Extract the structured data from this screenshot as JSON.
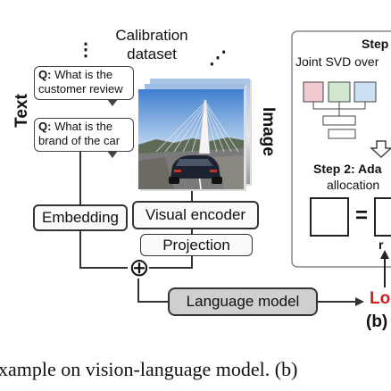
{
  "calibration": {
    "line1": "Calibration",
    "line2": "dataset",
    "dots_left": "⋮",
    "dots_right": "⋰"
  },
  "text_label": "Text",
  "image_label": "Image",
  "bubbles": [
    {
      "q": "Q:",
      "line1": "What is the",
      "line2": "customer review"
    },
    {
      "q": "Q:",
      "line1": "What is the",
      "line2": "brand of the car"
    }
  ],
  "boxes": {
    "embedding": "Embedding",
    "visual_encoder": "Visual encoder",
    "projection": "Projection",
    "language_model": "Language model"
  },
  "plus": "⊕",
  "right_panel": {
    "step1_title": "Step",
    "step1_sub": "Joint SVD over",
    "step2_title": "Step 2: Ada",
    "step2_sub": "allocation",
    "equals": "=",
    "r_label": "r",
    "loss_label": "Lo",
    "b_label": "(b)"
  },
  "caption": "xample on vision-language model. (b)",
  "colors": {
    "pink": "#f2c9cf",
    "green": "#cfe8cf",
    "blue": "#cddff3",
    "red": "#cc1f1f",
    "gray_box": "#cfcfcf"
  }
}
